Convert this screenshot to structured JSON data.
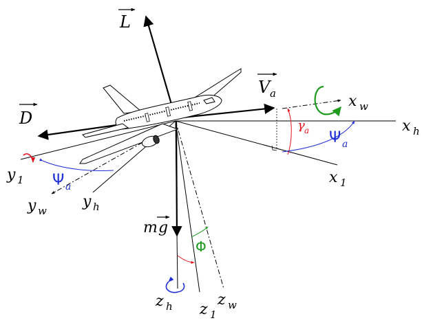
{
  "diagram": {
    "forces": {
      "lift": "L",
      "drag": "D",
      "velocity": "V",
      "velocity_sub": "a",
      "weight_m": "m",
      "weight_g": "g"
    },
    "axes": {
      "x_w": "x",
      "x_w_sub": "w",
      "x_h": "x",
      "x_h_sub": "h",
      "x_1": "x",
      "x_1_sub": "1",
      "y_1": "y",
      "y_1_sub": "1",
      "y_w": "y",
      "y_w_sub": "w",
      "y_h": "y",
      "y_h_sub": "h",
      "z_h": "z",
      "z_h_sub": "h",
      "z_1": "z",
      "z_1_sub": "1",
      "z_w": "z",
      "z_w_sub": "w"
    },
    "angles": {
      "gamma": "γ",
      "gamma_sub": "a",
      "psi_right": "Ψ",
      "psi_right_sub": "a",
      "psi_left": "Ψ",
      "psi_left_sub": "a",
      "phi": "Φ"
    },
    "colors": {
      "ink": "#000000",
      "gamma": "#e8101a",
      "psi": "#1f2fd6",
      "phi": "#1e9a1e",
      "roll_arrow_right": "#1e9a1e",
      "roll_arrow_left": "#e8101a",
      "yaw_arrow_bottom": "#1f2fd6"
    }
  }
}
